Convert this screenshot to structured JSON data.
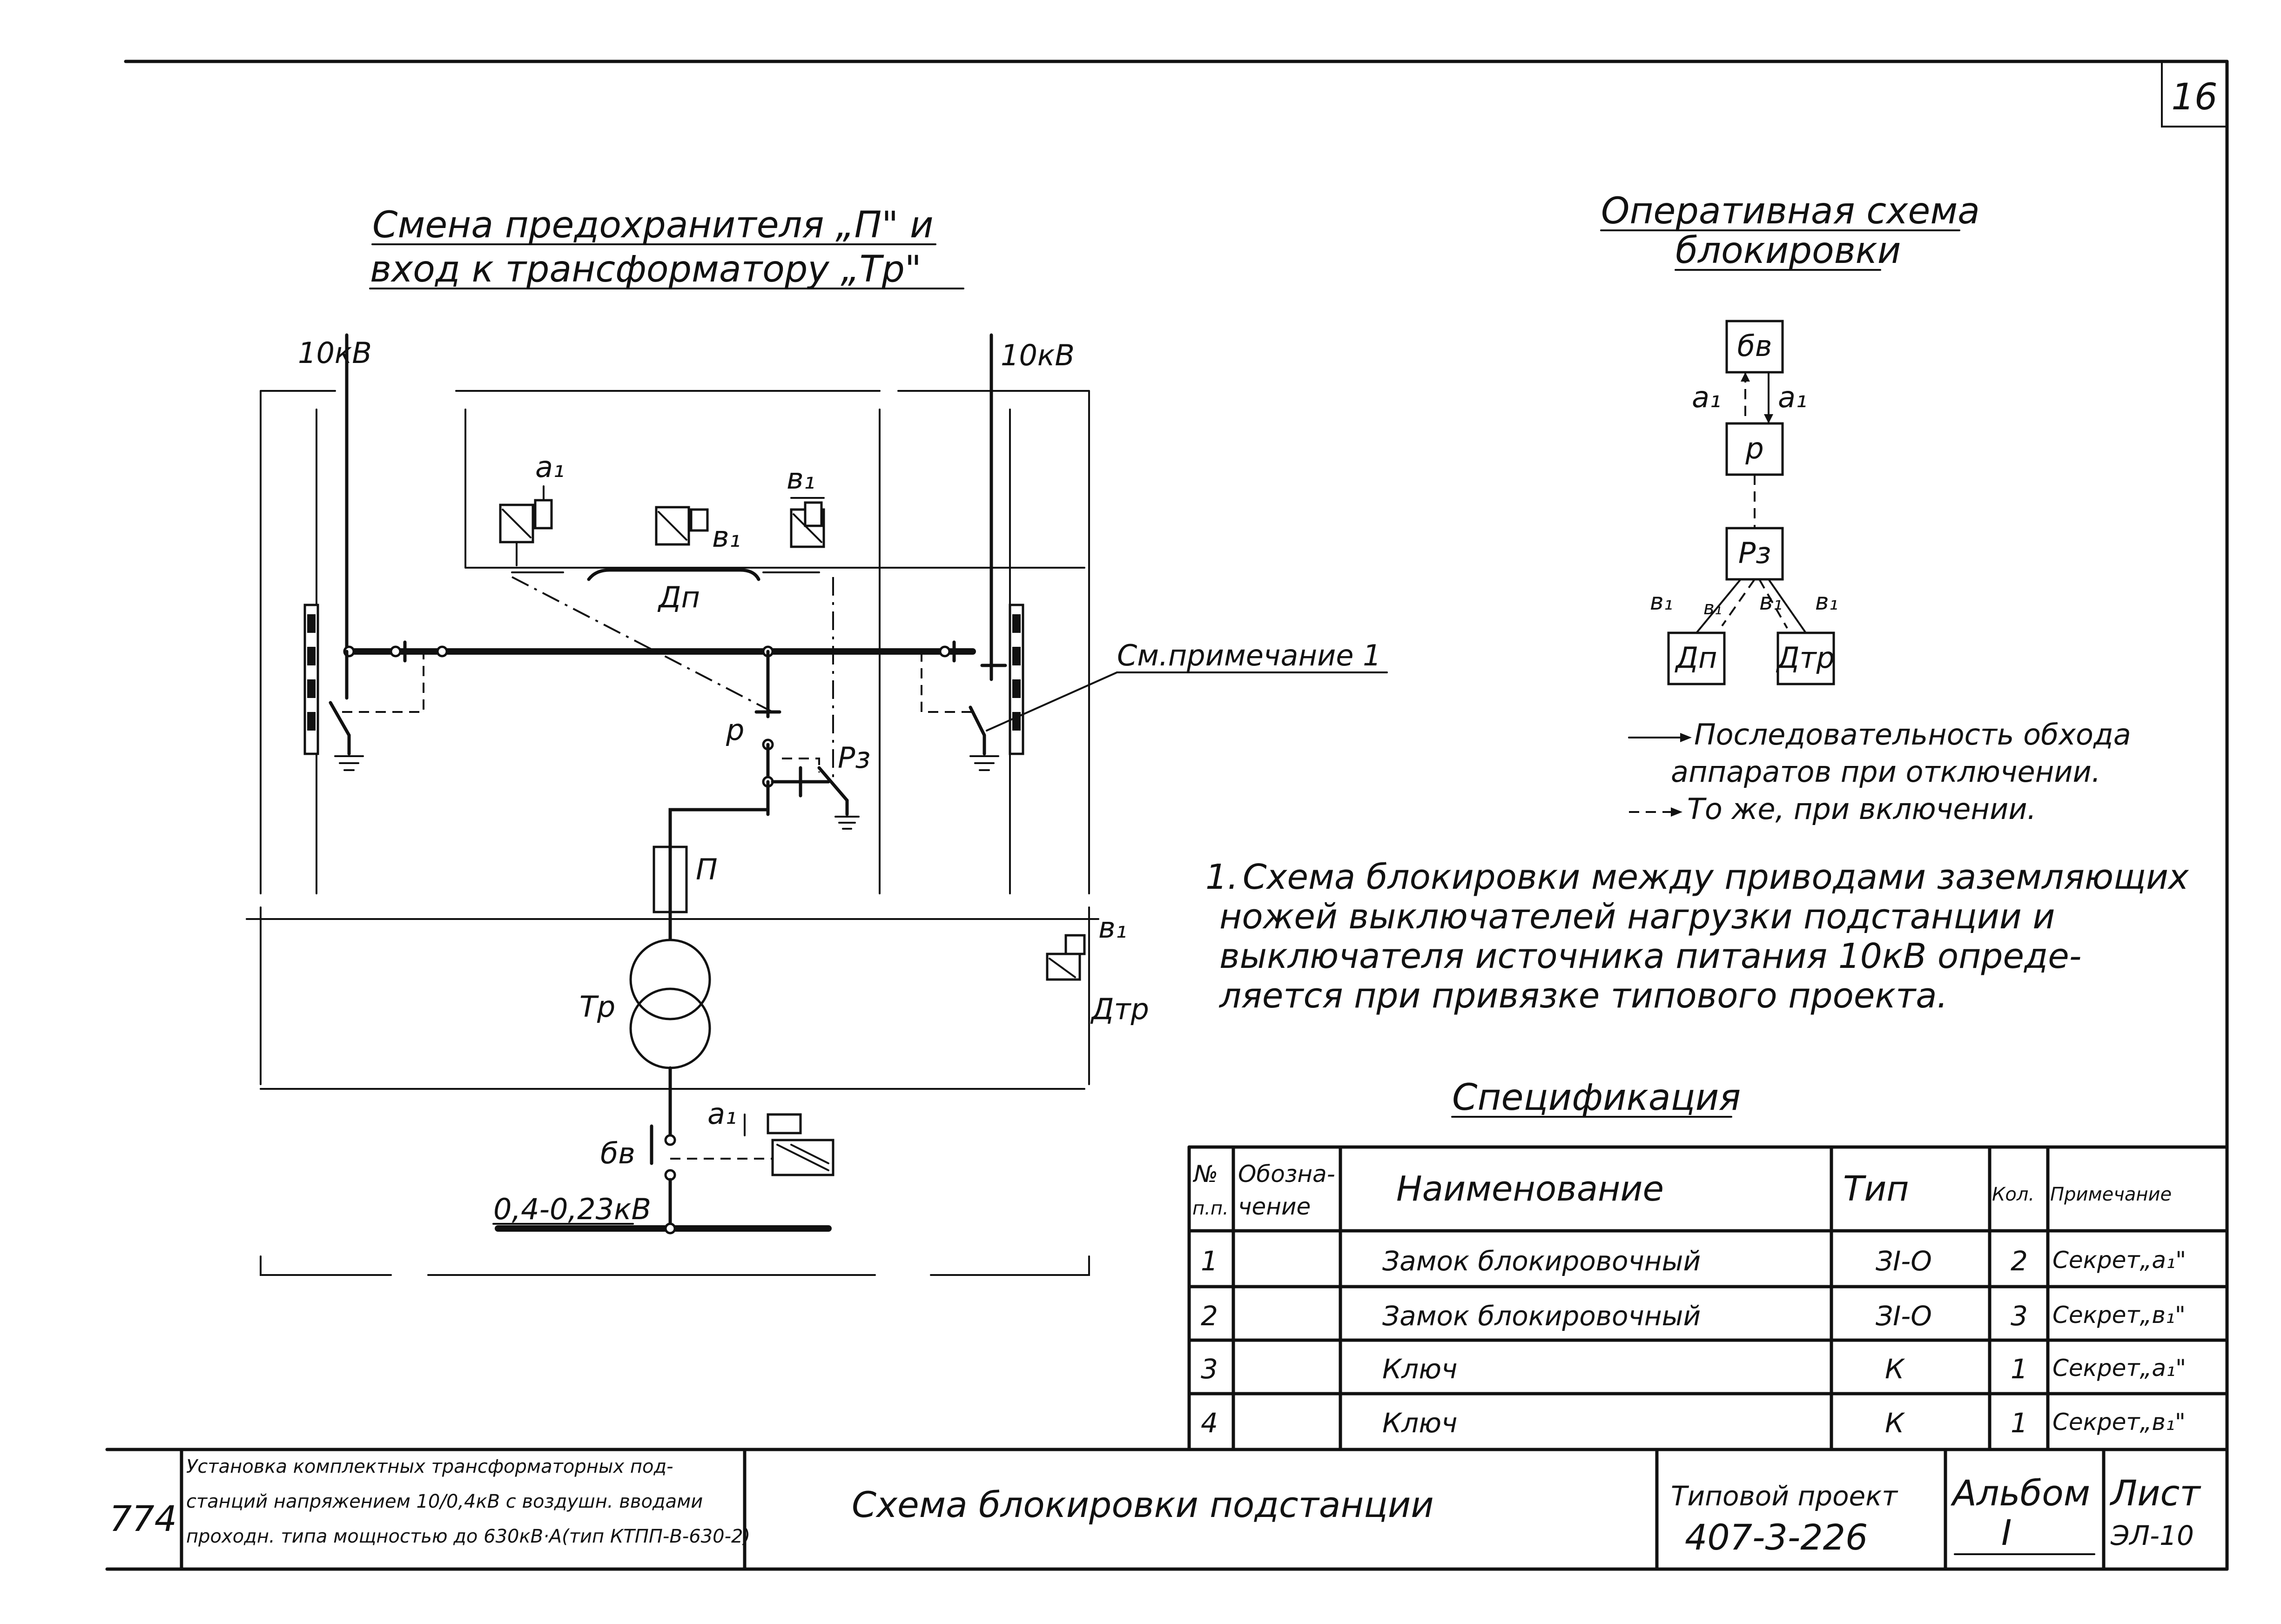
{
  "sheet_number": "16",
  "left_diagram": {
    "title_line1": "Смена предохранителя „П\" и",
    "title_line2": "вход к трансформатору „Тр\"",
    "label_10kv_left": "10кВ",
    "label_10kv_right": "10кВ",
    "label_a1_top": "а₁",
    "label_b1_center": "в₁",
    "label_b1_top": "в₁",
    "label_dp": "Дп",
    "label_p": "р",
    "label_pz": "Рз",
    "label_fuse": "П",
    "label_tr": "Тр",
    "label_b1_right": "в₁",
    "label_dtr": "Дтр",
    "label_a1_bottom": "а₁",
    "label_bv": "бв",
    "label_voltage_low": "0,4-0,23кВ",
    "callout_note": "См.примечание 1"
  },
  "operative_scheme": {
    "title_line1": "Оперативная схема",
    "title_line2": "блокировки",
    "box_bv": "бв",
    "box_p": "р",
    "box_pz": "Рз",
    "box_dp": "Дп",
    "box_dtr": "Дтр",
    "arrow_a1_left": "а₁",
    "arrow_a1_right": "а₁",
    "arrow_b1_1": "в₁",
    "arrow_b1_2": "в₁",
    "arrow_b1_3": "в₁",
    "arrow_b1_4": "в₁"
  },
  "legend": {
    "solid_arrow_text_line1": "Последовательность обхода",
    "solid_arrow_text_line2": "аппаратов при отключении.",
    "dashed_arrow_text": "То же, при включении."
  },
  "note": {
    "number": "1.",
    "line1": "Схема блокировки между приводами заземляющих",
    "line2": "ножей выключателей нагрузки подстанции и",
    "line3": "выключателя источника питания 10кВ опреде-",
    "line4": "ляется при привязке типового проекта."
  },
  "specification": {
    "title": "Спецификация",
    "headers": {
      "num_line1": "№",
      "num_line2": "п.п.",
      "designation_line1": "Обозна-",
      "designation_line2": "чение",
      "name": "Наименование",
      "type": "Тип",
      "qty": "Кол.",
      "remark": "Примечание"
    },
    "rows": [
      {
        "num": "1",
        "designation": "",
        "name": "Замок блокировочный",
        "type": "ЗІ-О",
        "qty": "2",
        "remark": "Секрет„а₁\""
      },
      {
        "num": "2",
        "designation": "",
        "name": "Замок блокировочный",
        "type": "ЗІ-О",
        "qty": "3",
        "remark": "Секрет„в₁\""
      },
      {
        "num": "3",
        "designation": "",
        "name": "Ключ",
        "type": "К",
        "qty": "1",
        "remark": "Секрет„а₁\""
      },
      {
        "num": "4",
        "designation": "",
        "name": "Ключ",
        "type": "К",
        "qty": "1",
        "remark": "Секрет„в₁\""
      }
    ]
  },
  "title_block": {
    "code": "774",
    "desc_line1": "Установка комплектных трансформаторных под-",
    "desc_line2": "станций напряжением 10/0,4кВ с воздушн. вводами",
    "desc_line3": "проходн. типа мощностью до 630кВ·А(тип КТПП-В-630-2)",
    "drawing_title": "Схема блокировки подстанции",
    "project_label": "Типовой проект",
    "project_number": "407-3-226",
    "album_label": "Альбом",
    "album_number": "I",
    "sheet_label": "Лист",
    "sheet_code": "ЭЛ-10"
  }
}
